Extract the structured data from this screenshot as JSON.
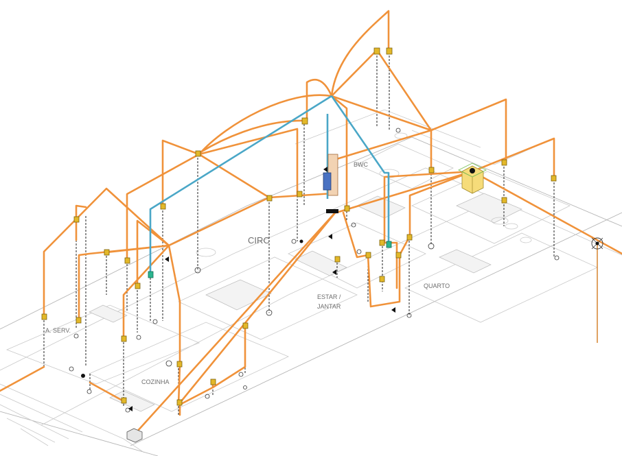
{
  "rooms": {
    "circ": "CIRC",
    "bwc": "BWC",
    "quarto": "QUARTO",
    "estar_line1": "ESTAR /",
    "estar_line2": "JANTAR",
    "area_servico": "A. SERV.",
    "cozinha": "COZINHA"
  },
  "colors": {
    "conduit": "#f0923a",
    "riser": "#4aa7c7",
    "junction_box": "#e3b829",
    "panel_blue": "#4a72c2",
    "meter_yellow": "#f6dc7a",
    "floorplan_lines": "#c9c9c9"
  }
}
